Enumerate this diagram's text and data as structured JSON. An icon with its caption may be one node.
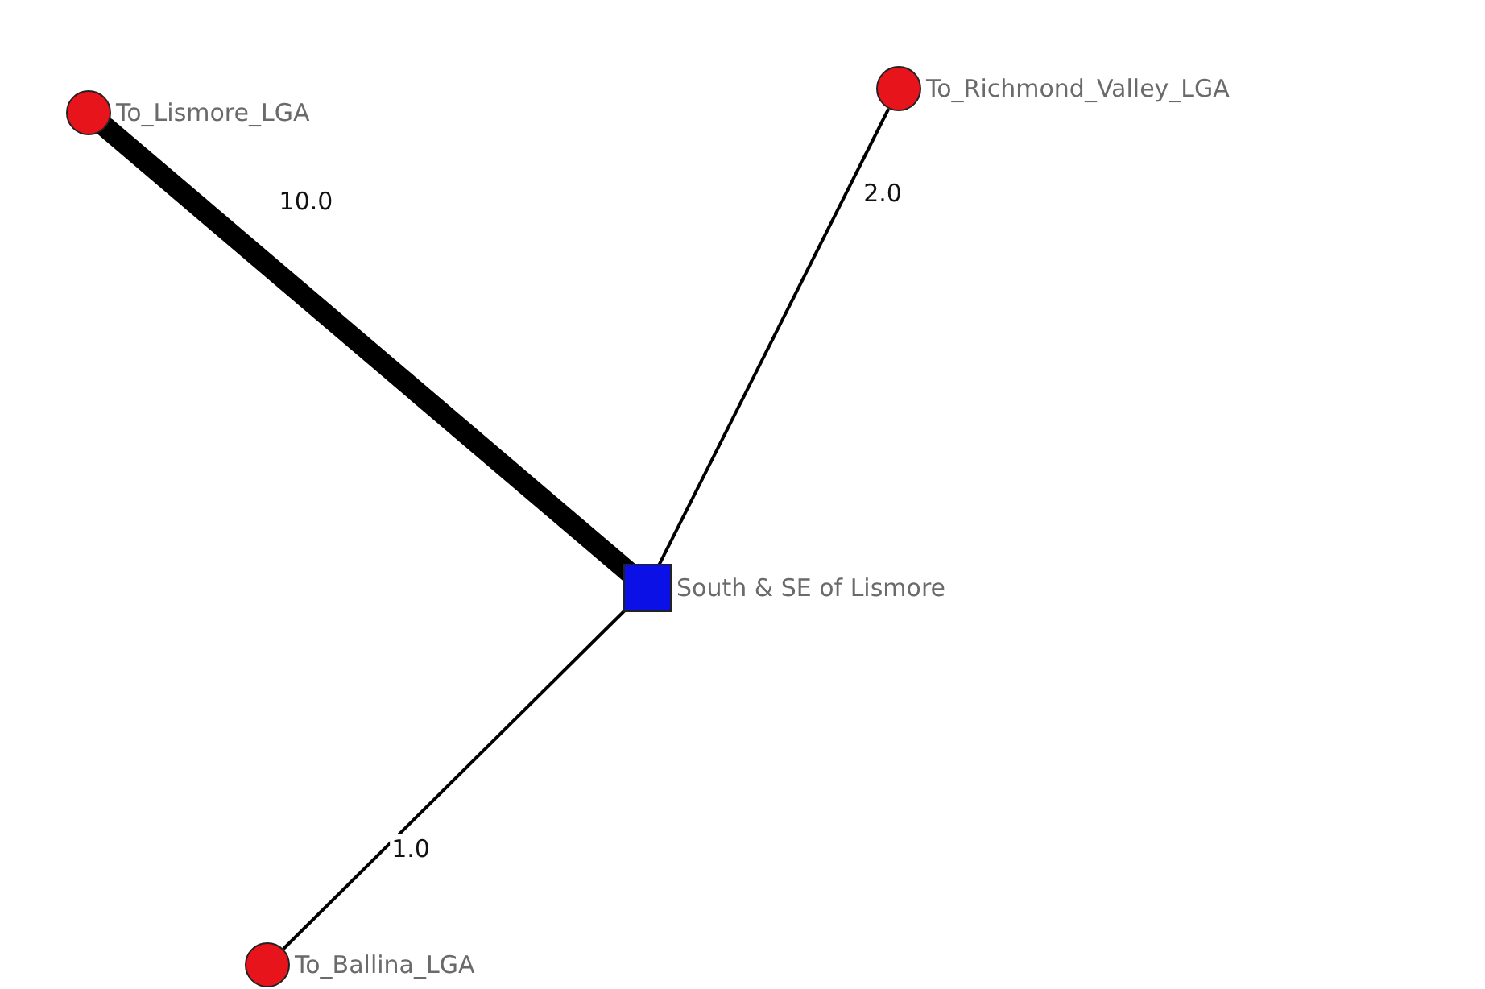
{
  "diagram": {
    "nodes": [
      {
        "text": [
          "To_Lismore_LGA"
        ]
      },
      {
        "text": [
          "To_Richmond_Valley_LGA"
        ]
      },
      {
        "text": [
          "South & SE of Lismore"
        ]
      },
      {
        "text": [
          "To_Ballina_LGA"
        ]
      }
    ],
    "edges": [
      {
        "from": 2,
        "to": 0,
        "arrow": "none",
        "label": "10.0",
        "style": "thick"
      },
      {
        "from": 2,
        "to": 1,
        "arrow": "none",
        "label": "2.0"
      },
      {
        "from": 2,
        "to": 3,
        "arrow": "none",
        "label": "1.0"
      }
    ]
  }
}
